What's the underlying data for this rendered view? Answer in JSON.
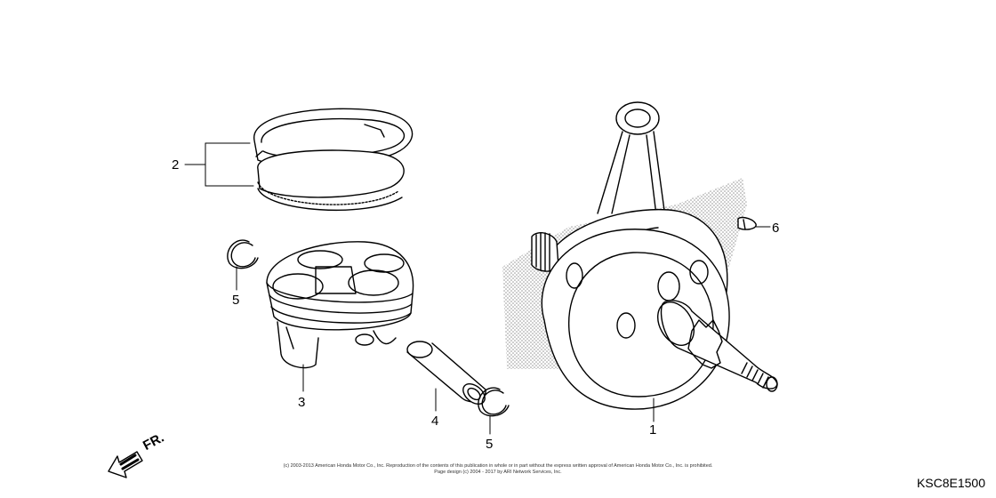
{
  "callouts": {
    "crankshaft": "1",
    "piston_ring_set": "2",
    "piston": "3",
    "piston_pin": "4",
    "clip_left": "5",
    "clip_right": "5",
    "woodruff_key": "6"
  },
  "direction_label": "FR.",
  "copyright_line1": "(c) 2003-2013 American Honda Motor Co., Inc. Reproduction of the contents of this publication in whole or in part without the express written approval of American Honda Motor Co., Inc. is prohibited.",
  "copyright_line2": "Page design (c) 2004 - 2017 by ARI Network Services, Inc.",
  "diagram_code": "KSC8E1500",
  "colors": {
    "line": "#000000",
    "background": "#ffffff",
    "screen": "#9a9a9a"
  }
}
